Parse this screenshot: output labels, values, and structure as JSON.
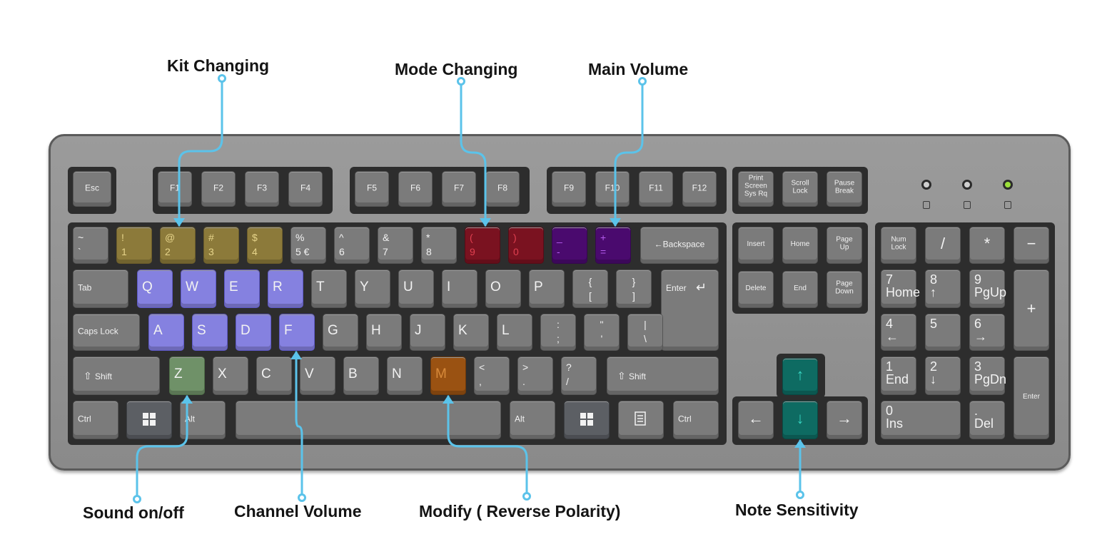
{
  "callouts": [
    {
      "id": "kit-changing",
      "text": "Kit Changing"
    },
    {
      "id": "mode-changing",
      "text": "Mode Changing"
    },
    {
      "id": "main-volume",
      "text": "Main Volume"
    },
    {
      "id": "sound-on-off",
      "text": "Sound on/off"
    },
    {
      "id": "channel-volume",
      "text": "Channel Volume"
    },
    {
      "id": "modify",
      "text": "Modify ( Reverse Polarity)"
    },
    {
      "id": "note-sensitivity",
      "text": "Note Sensitivity"
    }
  ],
  "colors": {
    "kit": "#8c7a3a",
    "mode": "#7a1220",
    "volume": "#4a0a6e",
    "channel": "#8581e0",
    "sound": "#6f9168",
    "modify": "#9a5212",
    "note": "#0e6b62",
    "wire": "#5bc3ea",
    "key": "#7b7b7b",
    "board": "#8f8f8f"
  },
  "keys": {
    "esc": "Esc",
    "f1": "F1",
    "f2": "F2",
    "f3": "F3",
    "f4": "F4",
    "f5": "F5",
    "f6": "F6",
    "f7": "F7",
    "f8": "F8",
    "f9": "F9",
    "f10": "F10",
    "f11": "F11",
    "f12": "F12",
    "print": "Print\nScreen\nSys Rq",
    "scroll": "Scroll\nLock",
    "pause": "Pause\nBreak",
    "tilde": "~\n`",
    "k1": "!\n1",
    "k2": "@\n2",
    "k3": "#\n3",
    "k4": "$\n4",
    "k5": "%\n5 €",
    "k6": "^\n6",
    "k7": "&\n7",
    "k8": "*\n8",
    "k9": "(\n9",
    "k0": ")\n0",
    "minus": "_\n-",
    "equal": "+\n=",
    "backspace": "←Backspace",
    "tab": "Tab",
    "q": "Q",
    "w": "W",
    "e": "E",
    "r": "R",
    "t": "T",
    "y": "Y",
    "u": "U",
    "i": "I",
    "o": "O",
    "p": "P",
    "lbrace": "{\n[",
    "rbrace": "}\n]",
    "enter": "Enter",
    "caps": "Caps Lock",
    "a": "A",
    "s": "S",
    "d": "D",
    "f": "F",
    "g": "G",
    "h": "H",
    "j": "J",
    "k": "K",
    "l": "L",
    "semicolon": ":\n;",
    "quote": "\"\n'",
    "backslash": "|\n\\",
    "lshift": "Shift",
    "z": "Z",
    "x": "X",
    "c": "C",
    "v": "V",
    "b": "B",
    "n": "N",
    "m": "M",
    "comma": "<\n,",
    "period": ">\n.",
    "slash": "?\n/",
    "rshift": "Shift",
    "lctrl": "Ctrl",
    "lalt": "Alt",
    "ralt": "Alt",
    "rctrl": "Ctrl",
    "insert": "Insert",
    "home": "Home",
    "pageup": "Page\nUp",
    "delete": "Delete",
    "end": "End",
    "pagedown": "Page\nDown",
    "up": "↑",
    "down": "↓",
    "left": "←",
    "right": "→",
    "numlock": "Num\nLock",
    "ndiv": "/",
    "nmul": "*",
    "nminus": "−",
    "nplus": "+",
    "nenter": "Enter",
    "n7": "7\nHome",
    "n8": "8\n↑",
    "n9": "9\nPgUp",
    "n4": "4\n←",
    "n5": "5",
    "n6": "6\n→",
    "n1": "1\nEnd",
    "n2": "2\n↓",
    "n3": "3\nPgDn",
    "n0": "0\nIns",
    "ndot": ".\nDel"
  }
}
